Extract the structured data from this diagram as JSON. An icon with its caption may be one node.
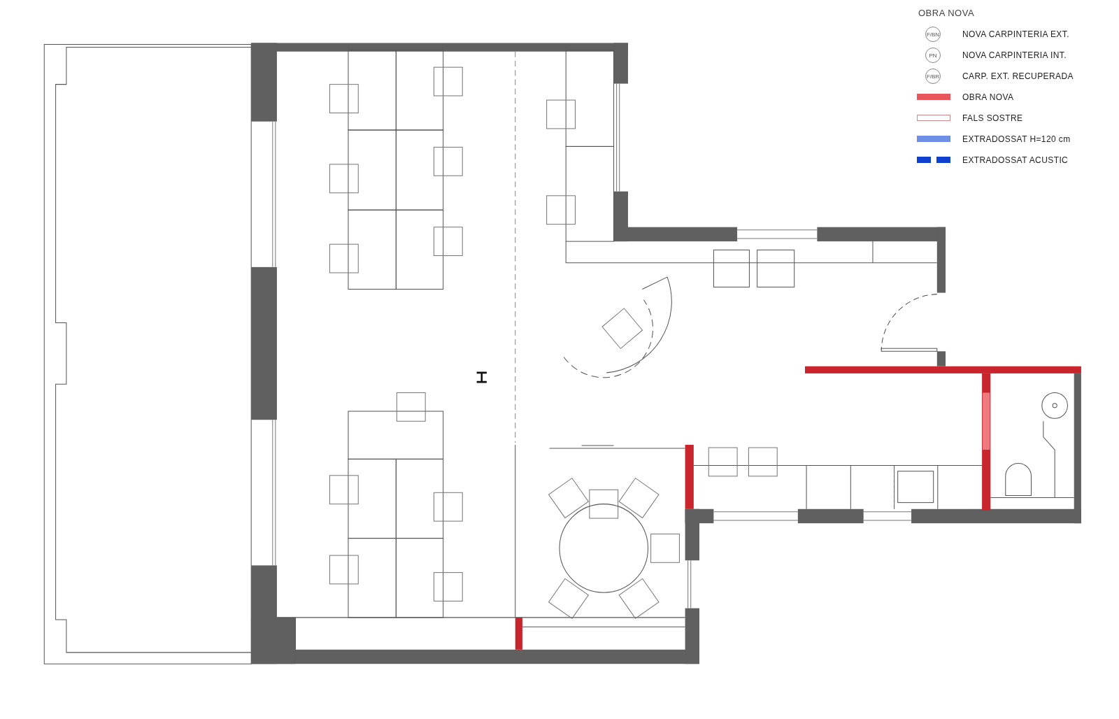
{
  "diagram": {
    "title": "OBRA NOVA",
    "labels": [
      "F/BN",
      "PN",
      "F/BR"
    ],
    "legend": [
      {
        "text": "NOVA CARPINTERIA EXT."
      },
      {
        "text": "NOVA CARPINTERIA INT."
      },
      {
        "text": "CARP. EXT. RECUPERADA"
      },
      {
        "text": "OBRA NOVA",
        "color": "#e8555a"
      },
      {
        "text": "FALS SOSTRE"
      },
      {
        "text": "EXTRADOSSAT H=120 cm",
        "color": "#6f8fe6"
      },
      {
        "text": "EXTRADOSSAT ACUSTIC",
        "color": "#1040d0"
      }
    ]
  }
}
